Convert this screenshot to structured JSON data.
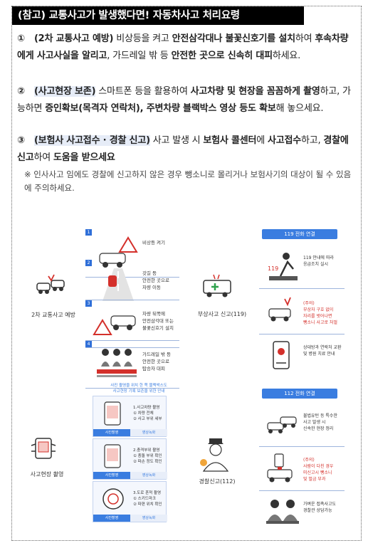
{
  "title": "(참고) 교통사고가 발생했다면! 자동차사고 처리요령",
  "items": [
    {
      "num": "①",
      "lead": "(2차 교통사고 예방)",
      "segments": [
        "비상등을 켜고",
        "안전삼각대나 불꽃신호기를 설치",
        "하여",
        "후속차량에게 사고사실을 알리고",
        ", 가드레일 밖 등",
        "안전한 곳으로 신속히 대피",
        "하세요."
      ]
    },
    {
      "num": "②",
      "lead": "(사고현장 보존)",
      "segments": [
        "스마트폰 등을 활용하여",
        "사고차량 및 현장을 꼼꼼하게 촬영",
        "하고, 가능하면",
        "증인확보(목격자 연락처), 주변차량 블랙박스 영상 등도 확보",
        "해 놓으세요."
      ]
    },
    {
      "num": "③",
      "lead": "(보험사 사고접수 · 경찰 신고)",
      "segments": [
        "사고 발생 시",
        "보험사 콜센터",
        "에",
        "사고접수",
        "하고,",
        "경찰에 신고",
        "하여",
        "도움을 받으세요"
      ]
    }
  ],
  "note": "※ 인사사고 임에도 경찰에 신고하지 않은 경우 뺑소니로 몰리거나 보험사기의 대상이 될 수 있음에 주의하세요.",
  "infographic": {
    "left_labels": {
      "prevention": "2차 교통사고 예방",
      "filming": "사고현장 촬영"
    },
    "steps": [
      {
        "idx": "1",
        "text": "비상등 켜기"
      },
      {
        "idx": "2",
        "text": "갓길 등\n안전한 곳으로\n차량 이동"
      },
      {
        "idx": "3",
        "text": "차량 뒤쪽에\n안전삼각대 또는\n불꽃신호기 설치"
      },
      {
        "idx": "4",
        "text": "가드레일 밖 등\n안전한 곳으로\n탑승자 대피"
      }
    ],
    "middle_labels": {
      "injury": "부상사고 신고(119)",
      "police": "경찰신고(112)"
    },
    "panel_119": {
      "header": "119 전화 연결",
      "cards": [
        {
          "text": "119 안내에 따라\n응급조치 실시",
          "red": false
        },
        {
          "text": "(주의)\n부상자 구호 없이\n자리를 벗어나면\n뺑소니 사고로 처벌",
          "red": true
        },
        {
          "text": "상대방과 연락처 교환\n및 병원 치료 안내",
          "red": false
        }
      ]
    },
    "panel_112": {
      "header": "112 전화 연결",
      "cards": [
        {
          "text": "불법유턴 등 특수한\n사고 발생 시\n신속한 현장 정리",
          "red": false
        },
        {
          "text": "(주의)\n사람이 다친 경우\n미신고시 뺑소니\n및 벌금 부과",
          "red": true
        },
        {
          "text": "가벼운 접촉사고도\n경찰관 상담가능",
          "red": false
        }
      ]
    },
    "photo_guide": {
      "caption": "사진 촬영을 위치 한 쪽 블랙박스도\n사고현장 기록 보존을 위한 안내",
      "shots": [
        {
          "text": "1.사고차량 촬영\n① 차량 전체\n② 사고 부위 세부",
          "tab_a": "사진촬영",
          "tab_b": "영상녹화"
        },
        {
          "text": "2.충격부위 촬영\n① 충돌 부위 확인\n② 파손 정도 확인",
          "tab_a": "사진촬영",
          "tab_b": "영상녹화"
        },
        {
          "text": "3.도로 흔적 촬영\n① 스키드마크\n② 파편 위치 확인",
          "tab_a": "사진촬영",
          "tab_b": "영상녹화"
        }
      ]
    }
  },
  "colors": {
    "accent": "#3a7de0",
    "warning": "#d4302b",
    "title_bg": "#000000",
    "highlight": "#e6ecf7"
  }
}
